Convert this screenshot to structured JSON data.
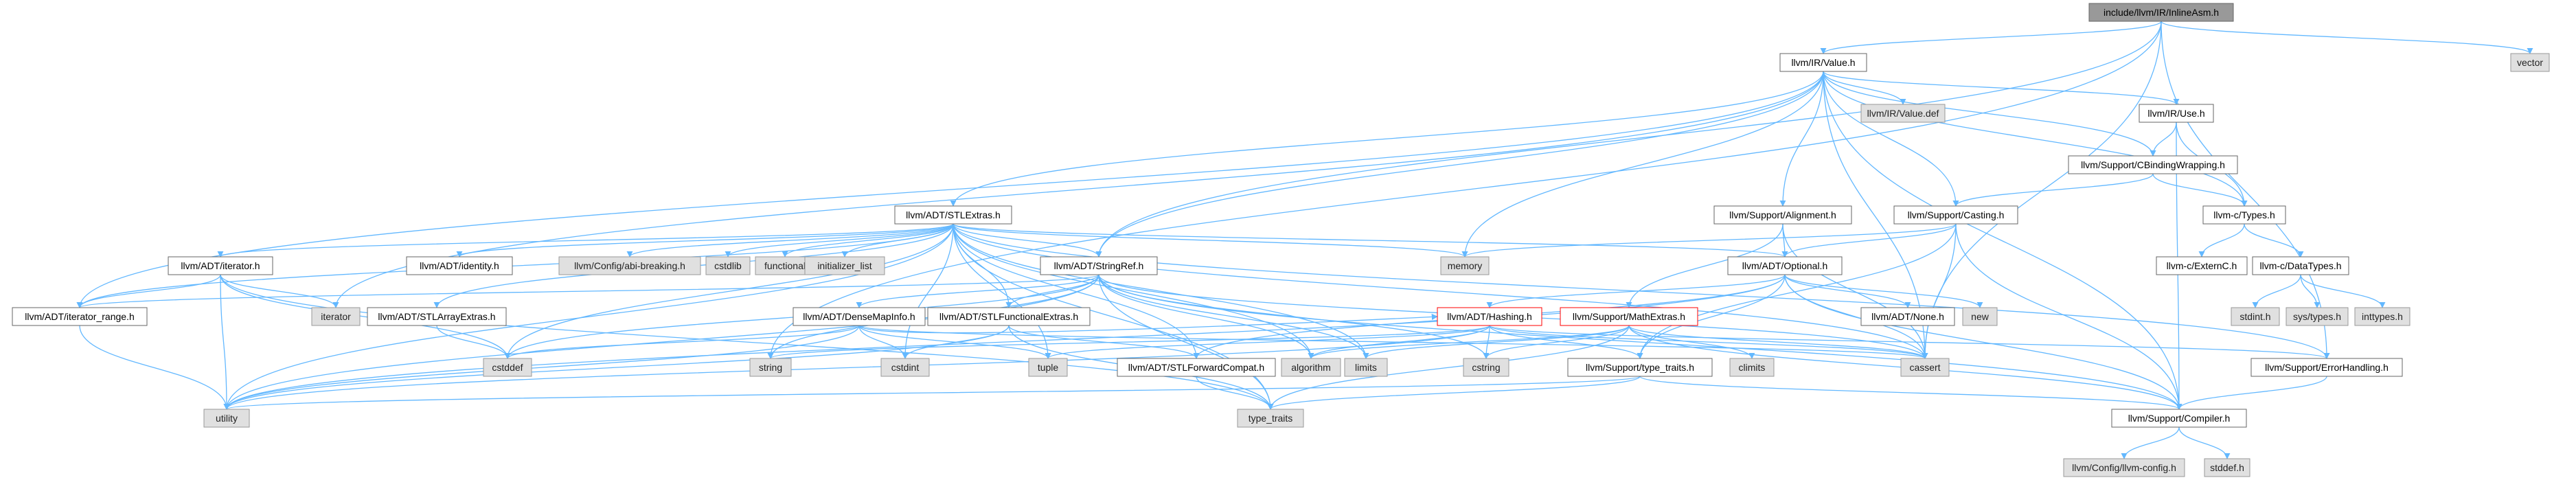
{
  "colors": {
    "edge": "#63b8ff",
    "edge_dark": "#404040",
    "node_fill": "#ffffff",
    "node_stroke": "#666666",
    "sys_fill": "#e0e0e0",
    "sys_stroke": "#999999",
    "focus_fill": "#999999",
    "focus_stroke": "#666666",
    "red_fill": "#ffffff",
    "red_stroke": "#ff0000",
    "text": "#000000",
    "text_muted": "#222222"
  },
  "nodes": [
    {
      "id": "inline_asm",
      "label": "include/llvm/IR/InlineAsm.h",
      "kind": "focus"
    },
    {
      "id": "vector",
      "label": "vector",
      "kind": "system"
    },
    {
      "id": "value",
      "label": "llvm/IR/Value.h",
      "kind": "normal"
    },
    {
      "id": "value_def",
      "label": "llvm/IR/Value.def",
      "kind": "system"
    },
    {
      "id": "use",
      "label": "llvm/IR/Use.h",
      "kind": "normal"
    },
    {
      "id": "cbinding",
      "label": "llvm/Support/CBindingWrapping.h",
      "kind": "normal"
    },
    {
      "id": "ctypes",
      "label": "llvm-c/Types.h",
      "kind": "normal"
    },
    {
      "id": "externc",
      "label": "llvm-c/ExternC.h",
      "kind": "normal"
    },
    {
      "id": "datatypes",
      "label": "llvm-c/DataTypes.h",
      "kind": "normal"
    },
    {
      "id": "stdint",
      "label": "stdint.h",
      "kind": "system"
    },
    {
      "id": "systypes",
      "label": "sys/types.h",
      "kind": "system"
    },
    {
      "id": "inttypes",
      "label": "inttypes.h",
      "kind": "system"
    },
    {
      "id": "stlextras",
      "label": "llvm/ADT/STLExtras.h",
      "kind": "normal"
    },
    {
      "id": "alignment",
      "label": "llvm/Support/Alignment.h",
      "kind": "normal"
    },
    {
      "id": "casting",
      "label": "llvm/Support/Casting.h",
      "kind": "normal"
    },
    {
      "id": "adt_iterator",
      "label": "llvm/ADT/iterator.h",
      "kind": "normal"
    },
    {
      "id": "identity",
      "label": "llvm/ADT/identity.h",
      "kind": "normal"
    },
    {
      "id": "abi_breaking",
      "label": "llvm/Config/abi-breaking.h",
      "kind": "system"
    },
    {
      "id": "cstdlib",
      "label": "cstdlib",
      "kind": "system"
    },
    {
      "id": "functional",
      "label": "functional",
      "kind": "system"
    },
    {
      "id": "init_list",
      "label": "initializer_list",
      "kind": "system"
    },
    {
      "id": "stringref",
      "label": "llvm/ADT/StringRef.h",
      "kind": "normal"
    },
    {
      "id": "memory",
      "label": "memory",
      "kind": "system"
    },
    {
      "id": "optional",
      "label": "llvm/ADT/Optional.h",
      "kind": "normal"
    },
    {
      "id": "iterator_range",
      "label": "llvm/ADT/iterator_range.h",
      "kind": "normal"
    },
    {
      "id": "iterator",
      "label": "iterator",
      "kind": "system"
    },
    {
      "id": "stlarrayextras",
      "label": "llvm/ADT/STLArrayExtras.h",
      "kind": "normal"
    },
    {
      "id": "densemapinfo",
      "label": "llvm/ADT/DenseMapInfo.h",
      "kind": "normal"
    },
    {
      "id": "stlfunctional",
      "label": "llvm/ADT/STLFunctionalExtras.h",
      "kind": "normal"
    },
    {
      "id": "hashing",
      "label": "llvm/ADT/Hashing.h",
      "kind": "red"
    },
    {
      "id": "mathextras",
      "label": "llvm/Support/MathExtras.h",
      "kind": "red"
    },
    {
      "id": "adt_none",
      "label": "llvm/ADT/None.h",
      "kind": "normal"
    },
    {
      "id": "new",
      "label": "new",
      "kind": "system"
    },
    {
      "id": "cstddef",
      "label": "cstddef",
      "kind": "system"
    },
    {
      "id": "string",
      "label": "string",
      "kind": "system"
    },
    {
      "id": "cstdint",
      "label": "cstdint",
      "kind": "system"
    },
    {
      "id": "tuple",
      "label": "tuple",
      "kind": "system"
    },
    {
      "id": "stlforward",
      "label": "llvm/ADT/STLForwardCompat.h",
      "kind": "normal"
    },
    {
      "id": "algorithm",
      "label": "algorithm",
      "kind": "system"
    },
    {
      "id": "limits",
      "label": "limits",
      "kind": "system"
    },
    {
      "id": "cstring",
      "label": "cstring",
      "kind": "system"
    },
    {
      "id": "type_traits_h",
      "label": "llvm/Support/type_traits.h",
      "kind": "normal"
    },
    {
      "id": "climits",
      "label": "climits",
      "kind": "system"
    },
    {
      "id": "cassert",
      "label": "cassert",
      "kind": "system"
    },
    {
      "id": "errorhandling",
      "label": "llvm/Support/ErrorHandling.h",
      "kind": "normal"
    },
    {
      "id": "utility",
      "label": "utility",
      "kind": "system"
    },
    {
      "id": "type_traits",
      "label": "type_traits",
      "kind": "system"
    },
    {
      "id": "compiler",
      "label": "llvm/Support/Compiler.h",
      "kind": "normal"
    },
    {
      "id": "llvm_config",
      "label": "llvm/Config/llvm-config.h",
      "kind": "system"
    },
    {
      "id": "stddef",
      "label": "stddef.h",
      "kind": "system"
    }
  ],
  "edges": [
    [
      "inline_asm",
      "vector"
    ],
    [
      "inline_asm",
      "value"
    ],
    [
      "inline_asm",
      "stringref"
    ],
    [
      "inline_asm",
      "cassert"
    ],
    [
      "inline_asm",
      "errorhandling"
    ],
    [
      "inline_asm",
      "string"
    ],
    [
      "value",
      "value_def"
    ],
    [
      "value",
      "use"
    ],
    [
      "value",
      "cbinding"
    ],
    [
      "value",
      "ctypes"
    ],
    [
      "value",
      "stlextras"
    ],
    [
      "value",
      "alignment"
    ],
    [
      "value",
      "casting"
    ],
    [
      "value",
      "stringref"
    ],
    [
      "value",
      "memory"
    ],
    [
      "value",
      "iterator"
    ],
    [
      "value",
      "iterator_range"
    ],
    [
      "value",
      "cassert"
    ],
    [
      "value",
      "compiler"
    ],
    [
      "use",
      "cbinding"
    ],
    [
      "use",
      "ctypes"
    ],
    [
      "use",
      "compiler"
    ],
    [
      "cbinding",
      "ctypes"
    ],
    [
      "cbinding",
      "casting"
    ],
    [
      "ctypes",
      "externc"
    ],
    [
      "ctypes",
      "datatypes"
    ],
    [
      "datatypes",
      "stdint"
    ],
    [
      "datatypes",
      "systypes"
    ],
    [
      "datatypes",
      "inttypes"
    ],
    [
      "stlextras",
      "adt_iterator"
    ],
    [
      "stlextras",
      "identity"
    ],
    [
      "stlextras",
      "abi_breaking"
    ],
    [
      "stlextras",
      "cstdlib"
    ],
    [
      "stlextras",
      "functional"
    ],
    [
      "stlextras",
      "init_list"
    ],
    [
      "stlextras",
      "stringref"
    ],
    [
      "stlextras",
      "memory"
    ],
    [
      "stlextras",
      "optional"
    ],
    [
      "stlextras",
      "iterator_range"
    ],
    [
      "stlextras",
      "stlarrayextras"
    ],
    [
      "stlextras",
      "stlfunctional"
    ],
    [
      "stlextras",
      "stlforward"
    ],
    [
      "stlextras",
      "cstddef"
    ],
    [
      "stlextras",
      "cstdint"
    ],
    [
      "stlextras",
      "tuple"
    ],
    [
      "stlextras",
      "utility"
    ],
    [
      "stlextras",
      "type_traits"
    ],
    [
      "stlextras",
      "algorithm"
    ],
    [
      "stlextras",
      "limits"
    ],
    [
      "stlextras",
      "cassert"
    ],
    [
      "stlextras",
      "errorhandling"
    ],
    [
      "alignment",
      "optional"
    ],
    [
      "alignment",
      "mathextras"
    ],
    [
      "alignment",
      "cassert"
    ],
    [
      "casting",
      "optional"
    ],
    [
      "casting",
      "type_traits_h"
    ],
    [
      "casting",
      "compiler"
    ],
    [
      "casting",
      "cassert"
    ],
    [
      "casting",
      "memory"
    ],
    [
      "adt_iterator",
      "iterator_range"
    ],
    [
      "adt_iterator",
      "iterator"
    ],
    [
      "adt_iterator",
      "cstddef"
    ],
    [
      "adt_iterator",
      "utility"
    ],
    [
      "adt_iterator",
      "type_traits"
    ],
    [
      "stringref",
      "stlfunctional"
    ],
    [
      "stringref",
      "densemapinfo"
    ],
    [
      "stringref",
      "iterator_range"
    ],
    [
      "stringref",
      "compiler"
    ],
    [
      "stringref",
      "algorithm"
    ],
    [
      "stringref",
      "cassert"
    ],
    [
      "stringref",
      "cstddef"
    ],
    [
      "stringref",
      "cstring"
    ],
    [
      "stringref",
      "limits"
    ],
    [
      "stringref",
      "string"
    ],
    [
      "stringref",
      "type_traits"
    ],
    [
      "stringref",
      "utility"
    ],
    [
      "optional",
      "hashing"
    ],
    [
      "optional",
      "adt_none"
    ],
    [
      "optional",
      "stlforward"
    ],
    [
      "optional",
      "type_traits_h"
    ],
    [
      "optional",
      "compiler"
    ],
    [
      "optional",
      "cassert"
    ],
    [
      "optional",
      "new"
    ],
    [
      "optional",
      "utility"
    ],
    [
      "iterator_range",
      "utility"
    ],
    [
      "stlarrayextras",
      "cstddef"
    ],
    [
      "densemapinfo",
      "hashing"
    ],
    [
      "densemapinfo",
      "cassert"
    ],
    [
      "densemapinfo",
      "cstddef"
    ],
    [
      "densemapinfo",
      "cstdint"
    ],
    [
      "densemapinfo",
      "tuple"
    ],
    [
      "densemapinfo",
      "utility"
    ],
    [
      "stlfunctional",
      "stlforward"
    ],
    [
      "stlfunctional",
      "cstdint"
    ],
    [
      "stlfunctional",
      "type_traits"
    ],
    [
      "stlfunctional",
      "utility"
    ],
    [
      "hashing",
      "errorhandling"
    ],
    [
      "hashing",
      "type_traits_h"
    ],
    [
      "hashing",
      "algorithm"
    ],
    [
      "hashing",
      "cassert"
    ],
    [
      "hashing",
      "cstring"
    ],
    [
      "hashing",
      "string"
    ],
    [
      "hashing",
      "tuple"
    ],
    [
      "hashing",
      "utility"
    ],
    [
      "mathextras",
      "compiler"
    ],
    [
      "mathextras",
      "cassert"
    ],
    [
      "mathextras",
      "climits"
    ],
    [
      "mathextras",
      "cstring"
    ],
    [
      "mathextras",
      "limits"
    ],
    [
      "mathextras",
      "type_traits"
    ],
    [
      "mathextras",
      "algorithm"
    ],
    [
      "stlforward",
      "type_traits"
    ],
    [
      "type_traits_h",
      "compiler"
    ],
    [
      "type_traits_h",
      "type_traits"
    ],
    [
      "type_traits_h",
      "utility"
    ],
    [
      "errorhandling",
      "compiler"
    ],
    [
      "compiler",
      "llvm_config"
    ],
    [
      "compiler",
      "stddef"
    ]
  ]
}
